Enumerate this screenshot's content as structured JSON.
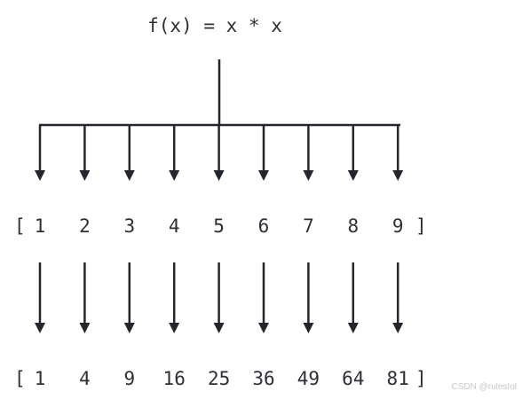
{
  "title": "f(x) = x * x",
  "input": {
    "open": "[",
    "close": "]",
    "values": [
      "1",
      "2",
      "3",
      "4",
      "5",
      "6",
      "7",
      "8",
      "9"
    ]
  },
  "output": {
    "open": "[",
    "close": "]",
    "values": [
      "1",
      "4",
      "9",
      "16",
      "25",
      "36",
      "49",
      "64",
      "81"
    ]
  },
  "watermark": "CSDN @rulesIol",
  "colors": {
    "ink": "#23262c",
    "text": "#2b2f36",
    "watermark": "#c8c8c8"
  }
}
